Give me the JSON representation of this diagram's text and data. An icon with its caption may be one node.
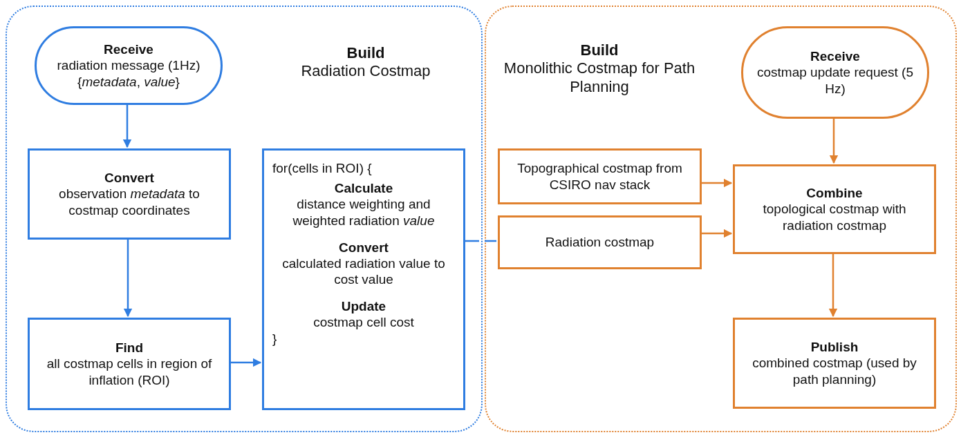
{
  "diagram": {
    "nodes": [
      {
        "text": [
          "Build",
          "Radiation Costmap"
        ]
      },
      {
        "text": [
          "Receive",
          "radiation message (1Hz) {*metadata*, *value*}"
        ],
        "in": 0
      },
      {
        "text": [
          "Convert",
          "observation *metadata* to costmap coordinates"
        ],
        "in": 0
      },
      {
        "text": [
          "Find",
          "all costmap cells in region of inflation (ROI)"
        ],
        "in": 0
      },
      {
        "text": [
          "for(cells in ROI) {",
          "Calculate",
          "distance weighting and weighted radiation *value*",
          "Convert",
          "calculated radiation value to cost value",
          "Update",
          "costmap cell cost",
          "}"
        ],
        "in": 0
      },
      {
        "text": [
          "Build",
          "Monolithic Costmap for Path Planning"
        ]
      },
      {
        "text": [
          "Receive",
          "costmap update request (5 Hz)"
        ],
        "in": 5
      },
      {
        "text": [
          "Topographical costmap from CSIRO nav stack"
        ],
        "in": 5
      },
      {
        "text": [
          "Radiation costmap"
        ],
        "in": 5
      },
      {
        "text": [
          "Combine",
          "topological costmap with radiation costmap"
        ],
        "in": 5
      },
      {
        "text": [
          "Publish",
          "combined costmap (used by path planning)"
        ],
        "in": 5
      }
    ],
    "edges": [
      {
        "from": 1,
        "to": 2,
        "arrow": "to",
        "color": "#2f7de1"
      },
      {
        "from": 2,
        "to": 3,
        "arrow": "to",
        "color": "#2f7de1"
      },
      {
        "from": 3,
        "to": 4,
        "arrow": "to",
        "color": "#2f7de1"
      },
      {
        "from": 4,
        "to": 8,
        "arrow": "none",
        "style": "dashed",
        "color": "#2f7de1"
      },
      {
        "from": 6,
        "to": 9,
        "arrow": "to",
        "color": "#e0812f"
      },
      {
        "from": 7,
        "to": 9,
        "arrow": "to",
        "color": "#e0812f"
      },
      {
        "from": 8,
        "to": 9,
        "arrow": "to",
        "color": "#e0812f"
      },
      {
        "from": 9,
        "to": 10,
        "arrow": "to",
        "color": "#e0812f"
      }
    ]
  }
}
